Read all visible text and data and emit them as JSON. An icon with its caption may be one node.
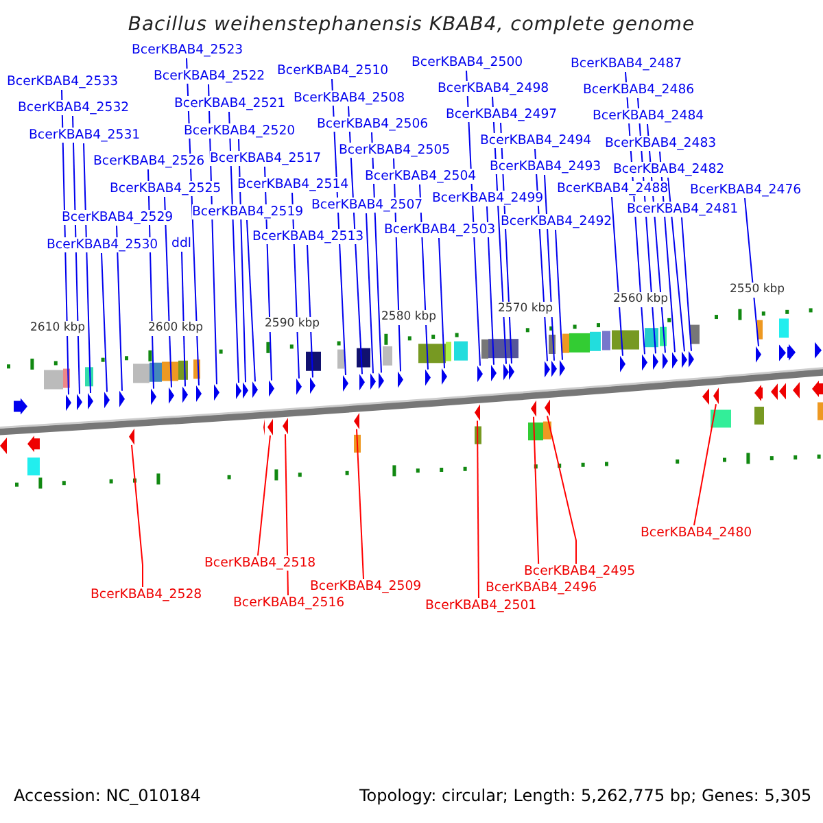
{
  "diagram": {
    "title": "Bacillus weihenstephanensis KBAB4, complete genome",
    "nodes": [
      {
        "text": [
          "BcerKBAB4_2523"
        ]
      },
      {
        "text": [
          "BcerKBAB4_2500"
        ]
      },
      {
        "text": [
          "BcerKBAB4_2487"
        ]
      },
      {
        "text": [
          "BcerKBAB4_2510"
        ]
      },
      {
        "text": [
          "BcerKBAB4_2522"
        ]
      },
      {
        "text": [
          "BcerKBAB4_2533"
        ]
      },
      {
        "text": [
          "BcerKBAB4_2498"
        ]
      },
      {
        "text": [
          "BcerKBAB4_2486"
        ]
      },
      {
        "text": [
          "BcerKBAB4_2508"
        ]
      },
      {
        "text": [
          "BcerKBAB4_2521"
        ]
      },
      {
        "text": [
          "BcerKBAB4_2532"
        ]
      },
      {
        "text": [
          "BcerKBAB4_2497"
        ]
      },
      {
        "text": [
          "BcerKBAB4_2484"
        ]
      },
      {
        "text": [
          "BcerKBAB4_2506"
        ]
      },
      {
        "text": [
          "BcerKBAB4_2520"
        ]
      },
      {
        "text": [
          "BcerKBAB4_2531"
        ]
      },
      {
        "text": [
          "BcerKBAB4_2494"
        ]
      },
      {
        "text": [
          "BcerKBAB4_2483"
        ]
      },
      {
        "text": [
          "BcerKBAB4_2505"
        ]
      },
      {
        "text": [
          "BcerKBAB4_2517"
        ]
      },
      {
        "text": [
          "BcerKBAB4_2526"
        ]
      },
      {
        "text": [
          "BcerKBAB4_2493"
        ]
      },
      {
        "text": [
          "BcerKBAB4_2482"
        ]
      },
      {
        "text": [
          "BcerKBAB4_2504"
        ]
      },
      {
        "text": [
          "BcerKBAB4_2514"
        ]
      },
      {
        "text": [
          "BcerKBAB4_2525"
        ]
      },
      {
        "text": [
          "BcerKBAB4_2488"
        ]
      },
      {
        "text": [
          "BcerKBAB4_2476"
        ]
      },
      {
        "text": [
          "BcerKBAB4_2499"
        ]
      },
      {
        "text": [
          "BcerKBAB4_2507"
        ]
      },
      {
        "text": [
          "BcerKBAB4_2481"
        ]
      },
      {
        "text": [
          "BcerKBAB4_2519"
        ]
      },
      {
        "text": [
          "BcerKBAB4_2529"
        ]
      },
      {
        "text": [
          "BcerKBAB4_2492"
        ]
      },
      {
        "text": [
          "BcerKBAB4_2503"
        ]
      },
      {
        "text": [
          "BcerKBAB4_2513"
        ]
      },
      {
        "text": [
          "BcerKBAB4_2530"
        ]
      },
      {
        "text": [
          "ddl"
        ]
      },
      {
        "text": [
          "BcerKBAB4_2480"
        ]
      },
      {
        "text": [
          "BcerKBAB4_2518"
        ]
      },
      {
        "text": [
          "BcerKBAB4_2495"
        ]
      },
      {
        "text": [
          "BcerKBAB4_2509"
        ]
      },
      {
        "text": [
          "BcerKBAB4_2496"
        ]
      },
      {
        "text": [
          "BcerKBAB4_2528"
        ]
      },
      {
        "text": [
          "BcerKBAB4_2516"
        ]
      },
      {
        "text": [
          "BcerKBAB4_2501"
        ]
      },
      {
        "text": [],
        "shape": "arrow"
      },
      {
        "text": [],
        "shape": "arrow"
      },
      {
        "text": [],
        "shape": "arrow"
      },
      {
        "text": [],
        "shape": "arrow"
      },
      {
        "text": [],
        "shape": "arrow"
      },
      {
        "text": [],
        "shape": "arrow"
      },
      {
        "text": [],
        "shape": "arrow"
      },
      {
        "text": [],
        "shape": "arrow"
      },
      {
        "text": [],
        "shape": "arrow"
      },
      {
        "text": [],
        "shape": "arrow"
      },
      {
        "text": [],
        "shape": "arrow"
      },
      {
        "text": [],
        "shape": "arrow"
      },
      {
        "text": [],
        "shape": "arrow"
      },
      {
        "text": [],
        "shape": "arrow"
      },
      {
        "text": [],
        "shape": "arrow"
      },
      {
        "text": [],
        "shape": "arrow"
      },
      {
        "text": [],
        "shape": "arrow"
      },
      {
        "text": [],
        "shape": "arrow"
      },
      {
        "text": [],
        "shape": "arrow"
      },
      {
        "text": [],
        "shape": "arrow"
      },
      {
        "text": [],
        "shape": "arrow"
      },
      {
        "text": [],
        "shape": "arrow"
      },
      {
        "text": [],
        "shape": "arrow"
      },
      {
        "text": [],
        "shape": "arrow"
      },
      {
        "text": [],
        "shape": "arrow"
      },
      {
        "text": [],
        "shape": "arrow"
      },
      {
        "text": [],
        "shape": "arrow"
      },
      {
        "text": [],
        "shape": "arrow"
      },
      {
        "text": [],
        "shape": "arrow"
      },
      {
        "text": [],
        "shape": "arrow"
      },
      {
        "text": [],
        "shape": "arrow"
      },
      {
        "text": [],
        "shape": "arrow"
      },
      {
        "text": [],
        "shape": "arrow"
      },
      {
        "text": [],
        "shape": "arrow"
      },
      {
        "text": [],
        "shape": "arrow"
      },
      {
        "text": [],
        "shape": "arrow"
      },
      {
        "text": [],
        "shape": "arrow"
      },
      {
        "text": [],
        "shape": "arrow"
      },
      {
        "text": [],
        "shape": "arrow"
      },
      {
        "text": [],
        "shape": "arrow"
      },
      {
        "text": [],
        "shape": "arrow"
      },
      {
        "text": [],
        "shape": "arrow"
      },
      {
        "text": [],
        "shape": "arrow"
      },
      {
        "text": [],
        "shape": "arrow"
      },
      {
        "text": [],
        "shape": "arrow"
      },
      {
        "text": [],
        "shape": "arrow"
      }
    ],
    "edges": [
      {
        "from": 0,
        "to": 55,
        "arrow": "none"
      },
      {
        "from": 1,
        "to": 74,
        "arrow": "none"
      },
      {
        "from": 2,
        "to": 84,
        "arrow": "none"
      },
      {
        "from": 3,
        "to": 65,
        "arrow": "none"
      },
      {
        "from": 4,
        "to": 56,
        "arrow": "none"
      },
      {
        "from": 5,
        "to": 46,
        "arrow": "none"
      },
      {
        "from": 6,
        "to": 76,
        "arrow": "none"
      },
      {
        "from": 7,
        "to": 85,
        "arrow": "none"
      },
      {
        "from": 8,
        "to": 67,
        "arrow": "none"
      },
      {
        "from": 9,
        "to": 57,
        "arrow": "none"
      },
      {
        "from": 10,
        "to": 47,
        "arrow": "none"
      },
      {
        "from": 11,
        "to": 77,
        "arrow": "none"
      },
      {
        "from": 12,
        "to": 86,
        "arrow": "none"
      },
      {
        "from": 13,
        "to": 69,
        "arrow": "none"
      },
      {
        "from": 14,
        "to": 58,
        "arrow": "none"
      },
      {
        "from": 15,
        "to": 48,
        "arrow": "none"
      },
      {
        "from": 16,
        "to": 79,
        "arrow": "none"
      },
      {
        "from": 17,
        "to": 87,
        "arrow": "none"
      },
      {
        "from": 18,
        "to": 70,
        "arrow": "none"
      },
      {
        "from": 19,
        "to": 61,
        "arrow": "none"
      },
      {
        "from": 20,
        "to": 52,
        "arrow": "none"
      },
      {
        "from": 21,
        "to": 81,
        "arrow": "none"
      },
      {
        "from": 22,
        "to": 88,
        "arrow": "none"
      },
      {
        "from": 23,
        "to": 71,
        "arrow": "none"
      },
      {
        "from": 24,
        "to": 63,
        "arrow": "none"
      },
      {
        "from": 25,
        "to": 53,
        "arrow": "none"
      },
      {
        "from": 26,
        "to": 83,
        "arrow": "none"
      },
      {
        "from": 27,
        "to": 91,
        "arrow": "none"
      },
      {
        "from": 28,
        "to": 75,
        "arrow": "none"
      },
      {
        "from": 29,
        "to": 68,
        "arrow": "none"
      },
      {
        "from": 30,
        "to": 89,
        "arrow": "none"
      },
      {
        "from": 31,
        "to": 59,
        "arrow": "none"
      },
      {
        "from": 32,
        "to": 50,
        "arrow": "none"
      },
      {
        "from": 33,
        "to": 82,
        "arrow": "none"
      },
      {
        "from": 34,
        "to": 72,
        "arrow": "none"
      },
      {
        "from": 35,
        "to": 64,
        "arrow": "none"
      },
      {
        "from": 36,
        "to": 49,
        "arrow": "none"
      },
      {
        "from": 37,
        "to": 54,
        "arrow": "none"
      },
      {
        "from": 38,
        "to": 90,
        "arrow": "none",
        "color": "#ff0000"
      },
      {
        "from": 39,
        "to": 60,
        "arrow": "none",
        "color": "#ff0000"
      },
      {
        "from": 40,
        "to": 80,
        "arrow": "none",
        "color": "#ff0000"
      },
      {
        "from": 41,
        "to": 66,
        "arrow": "none",
        "color": "#ff0000"
      },
      {
        "from": 42,
        "to": 78,
        "arrow": "none",
        "color": "#ff0000"
      },
      {
        "from": 43,
        "to": 51,
        "arrow": "none",
        "color": "#ff0000"
      },
      {
        "from": 44,
        "to": 62,
        "arrow": "none",
        "color": "#ff0000"
      },
      {
        "from": 45,
        "to": 73,
        "arrow": "none",
        "color": "#ff0000"
      }
    ],
    "labels": [
      "2610 kbp",
      "2600 kbp",
      "2590 kbp",
      "2580 kbp",
      "2570 kbp",
      "2560 kbp",
      "2550 kbp",
      "Accession: NC_010184",
      "Topology: circular; Length: 5,262,775 bp; Genes: 5,305"
    ]
  }
}
